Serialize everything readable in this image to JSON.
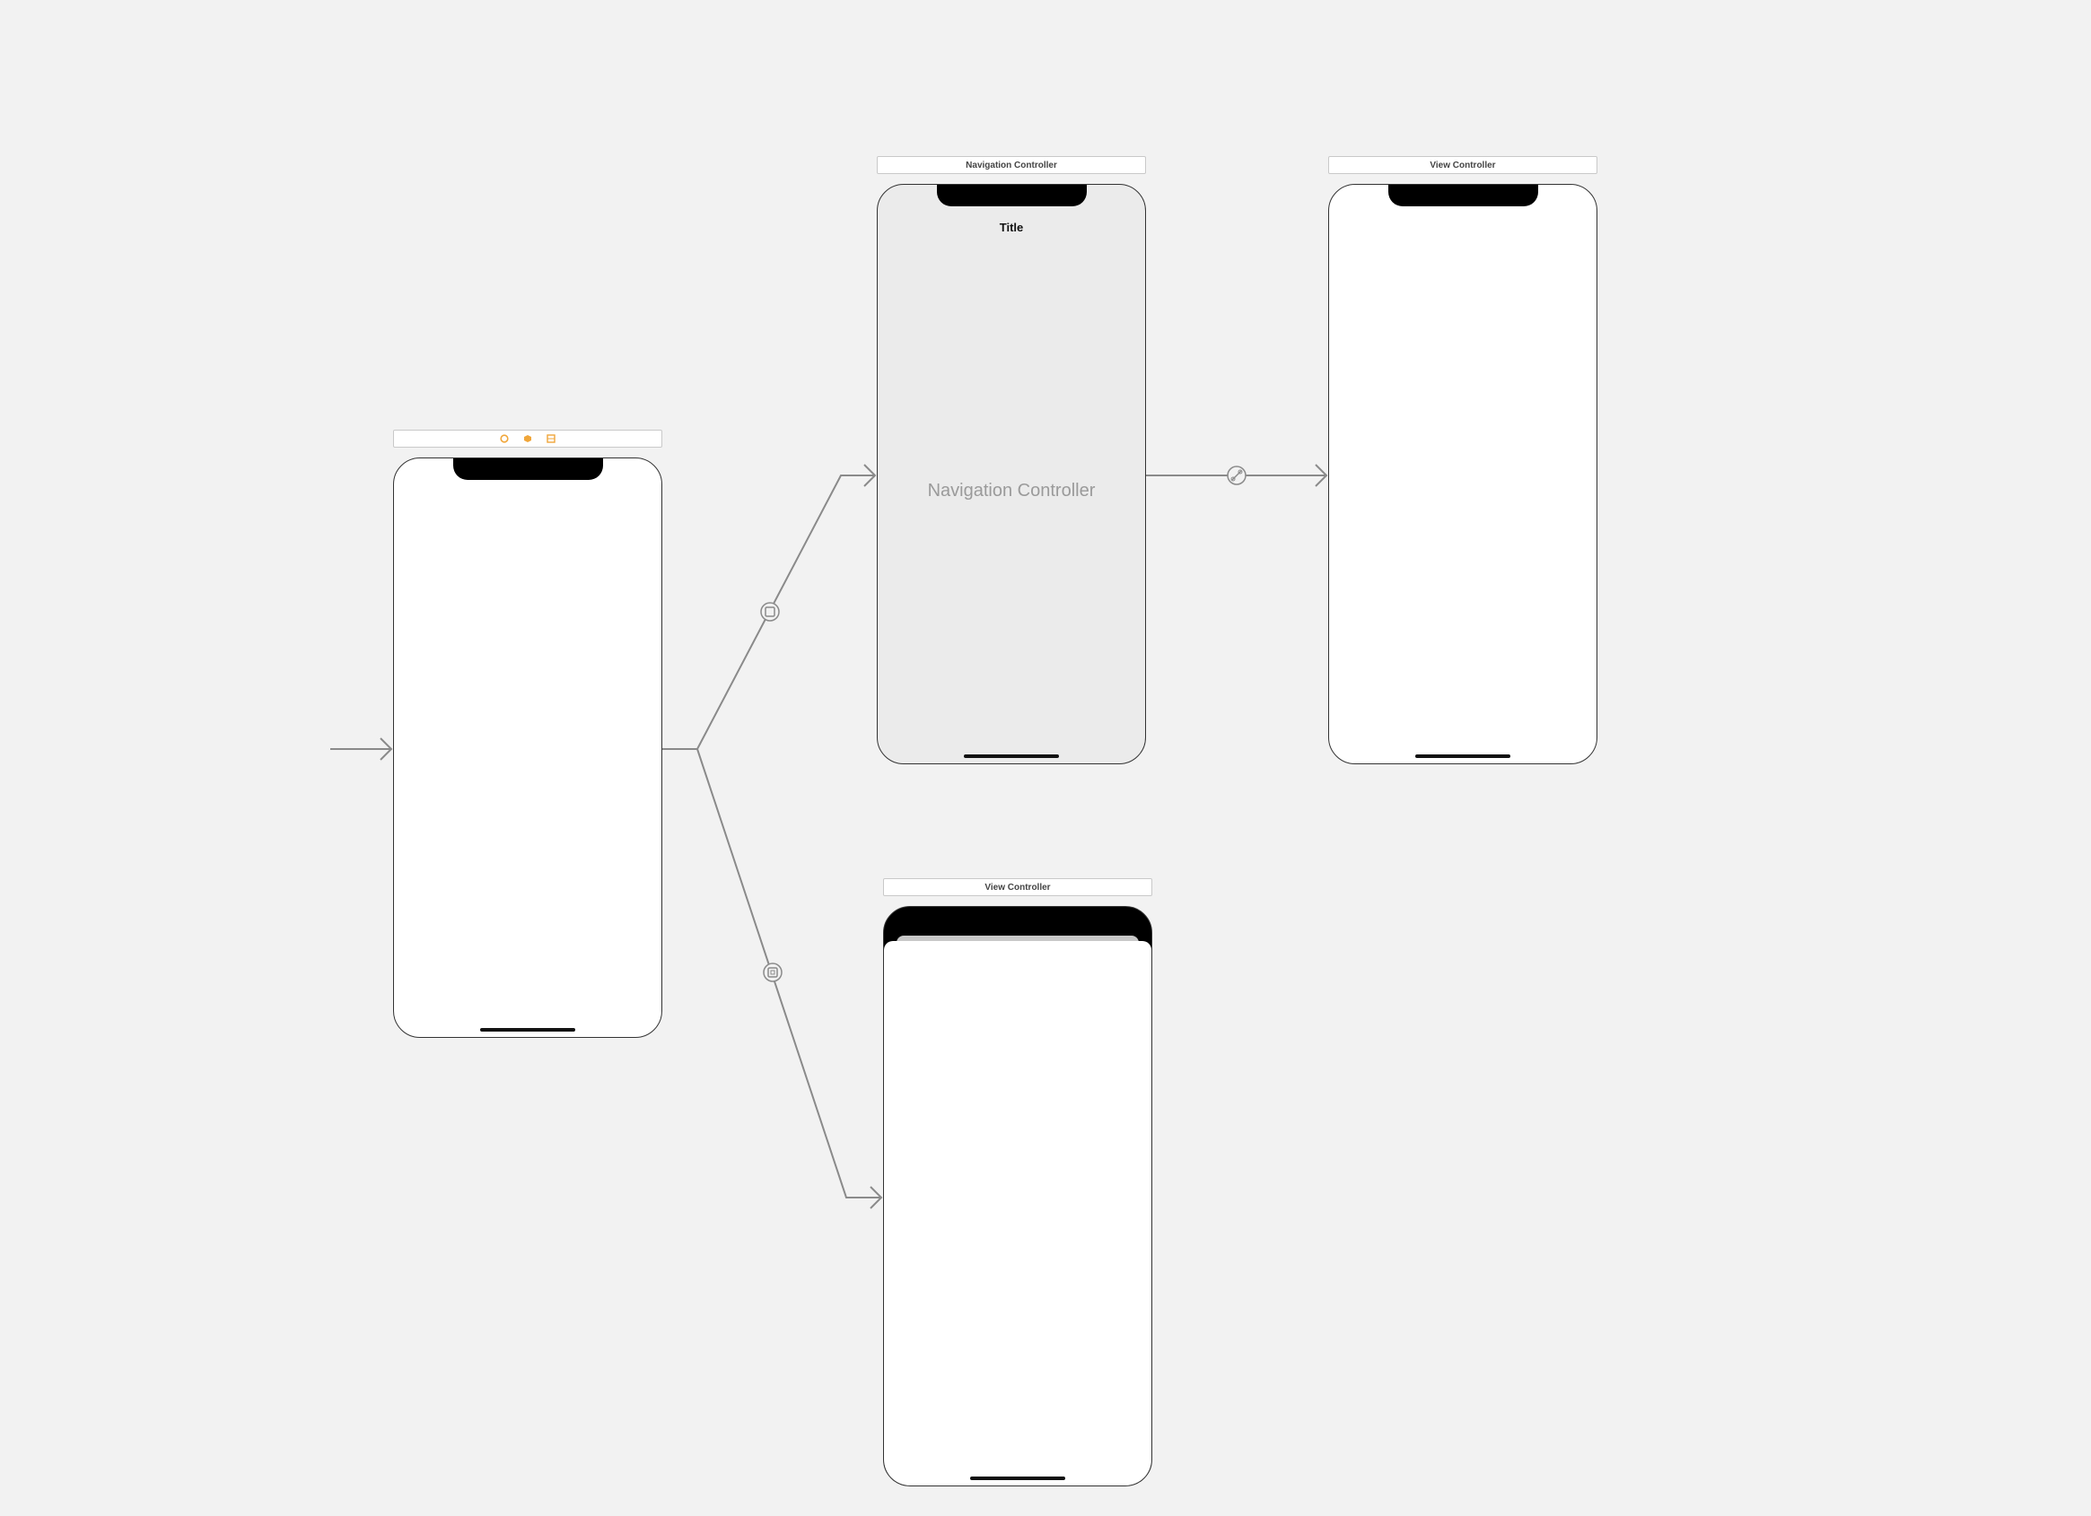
{
  "storyboard": {
    "scenes": {
      "root": {
        "title": "",
        "icons": [
          "view-controller-icon",
          "first-responder-icon",
          "exit-icon"
        ],
        "icon_color": "#f0a63a"
      },
      "navigation_controller": {
        "title": "Navigation Controller",
        "nav_bar_title": "Title",
        "placeholder_label": "Navigation Controller"
      },
      "view_controller_right": {
        "title": "View Controller"
      },
      "view_controller_modal": {
        "title": "View Controller"
      }
    },
    "segues": [
      {
        "from": "root",
        "to": "navigation_controller",
        "kind": "present-modally",
        "icon": "present-modally-icon"
      },
      {
        "from": "root",
        "to": "view_controller_modal",
        "kind": "present-as-popover",
        "icon": "present-modally-icon"
      },
      {
        "from": "navigation_controller",
        "to": "view_controller_right",
        "kind": "root-view-controller-relationship",
        "icon": "relationship-link-icon"
      }
    ],
    "entry_point": "root",
    "colors": {
      "canvas": "#f2f2f2",
      "segue_line": "#8a8a8a",
      "device_border": "#333333"
    }
  }
}
